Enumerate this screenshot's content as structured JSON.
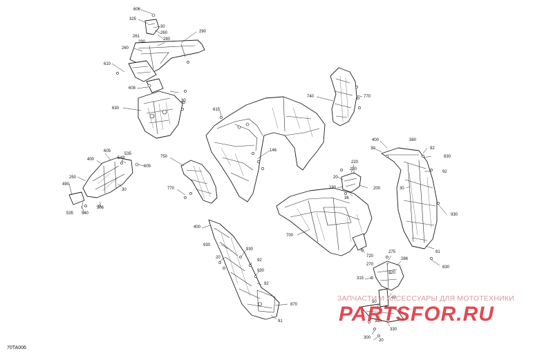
{
  "diagram_code": "70TA006",
  "watermark": {
    "subtitle": "ЗАПЧАСТИ И АКСЕССУАРЫ ДЛЯ МОТОТЕХНИКИ",
    "logo": "PARTSFOR.RU"
  },
  "callouts": {
    "c606": "606",
    "c325": "325",
    "c30a": "30",
    "c261": "261",
    "c260a": "260",
    "c290a": "290",
    "c280": "280",
    "c290b": "290",
    "c260b": "260",
    "c610": "610",
    "c608": "608",
    "c30b": "30",
    "c630": "630",
    "c615": "615",
    "c740": "740",
    "c770a": "770",
    "c146": "146",
    "c750": "750",
    "c770b": "770",
    "c605a": "605",
    "c535a": "535",
    "c400a": "400",
    "c540a": "540",
    "c605b": "605",
    "c250": "250",
    "c30c": "30",
    "c490": "490",
    "c506": "506",
    "c535b": "535",
    "c540b": "540",
    "c400b": "400",
    "c380": "380",
    "c30d": "30",
    "c92a": "92",
    "c830a": "830",
    "c92b": "92",
    "c30e": "30",
    "c930a": "930",
    "c91a": "91",
    "c830b": "830",
    "c220": "220",
    "c230a": "230",
    "c20a": "20",
    "c230b": "230",
    "c36": "36",
    "c200": "200",
    "c700": "700",
    "c720": "720",
    "c400c": "400",
    "c930b": "930",
    "c930c": "930",
    "c20b": "20",
    "c92c": "92",
    "c930d": "930",
    "c92d": "92",
    "c870": "870",
    "c91b": "91",
    "c275": "275",
    "c270": "270",
    "c286": "286",
    "c315": "315",
    "c620": "620",
    "c40": "40",
    "c50": "50",
    "c380b": "380",
    "c330": "330",
    "c20c": "20",
    "c300": "300"
  }
}
